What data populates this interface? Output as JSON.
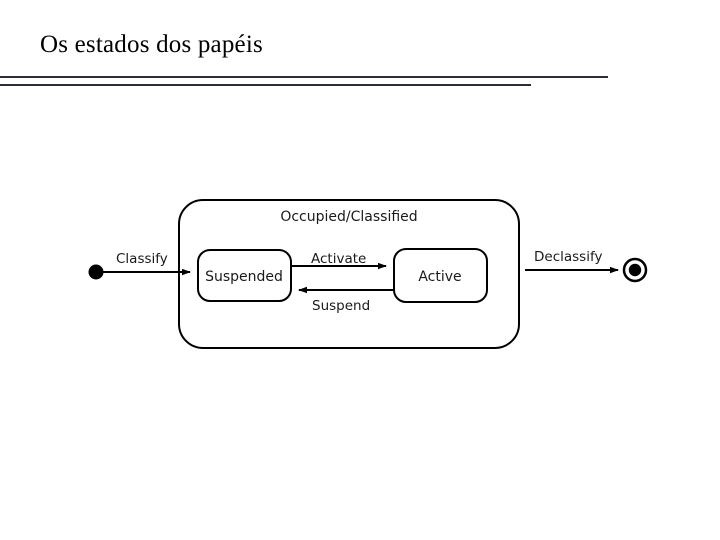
{
  "slide": {
    "title": "Os estados dos papéis",
    "background_color": "#ffffff",
    "rule_color": "#2b2b3a"
  },
  "diagram": {
    "type": "uml-state-machine",
    "composite_state": {
      "label": "Occupied/Classified"
    },
    "states": [
      {
        "id": "suspended",
        "label": "Suspended"
      },
      {
        "id": "active",
        "label": "Active"
      }
    ],
    "pseudostates": [
      {
        "id": "initial",
        "kind": "initial",
        "label": ""
      },
      {
        "id": "final",
        "kind": "final",
        "label": ""
      }
    ],
    "transitions": [
      {
        "id": "t-classify",
        "label": "Classify",
        "from": "initial",
        "to": "composite"
      },
      {
        "id": "t-activate",
        "label": "Activate",
        "from": "suspended",
        "to": "active"
      },
      {
        "id": "t-suspend",
        "label": "Suspend",
        "from": "active",
        "to": "suspended"
      },
      {
        "id": "t-declassify",
        "label": "Declassify",
        "from": "composite",
        "to": "final"
      }
    ],
    "stroke_color": "#000000",
    "text_color": "#1a1a1a"
  }
}
